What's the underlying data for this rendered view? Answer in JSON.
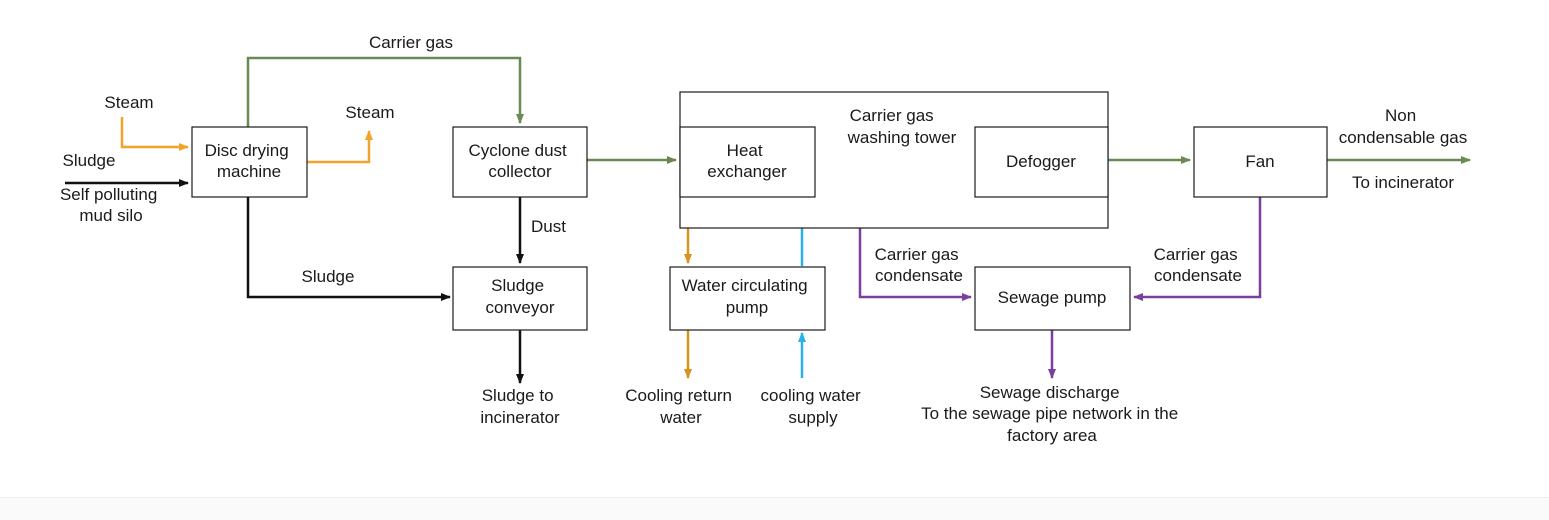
{
  "colors": {
    "gas": "#6a8a55",
    "steam": "#f0a52a",
    "sludge": "#111111",
    "cooling_return": "#d9921e",
    "cooling_supply": "#2ab0e8",
    "condensate": "#7a3f9a"
  },
  "boxes": {
    "tower_container": "",
    "disc_drying": [
      "Disc drying",
      "machine"
    ],
    "cyclone": [
      "Cyclone dust",
      "collector"
    ],
    "heat_exchanger": [
      "Heat",
      "exchanger"
    ],
    "defogger": [
      "Defogger"
    ],
    "fan": [
      "Fan"
    ],
    "sludge_conveyor": [
      "Sludge",
      "conveyor"
    ],
    "water_pump": [
      "Water circulating",
      "pump"
    ],
    "sewage_pump": [
      "Sewage pump"
    ]
  },
  "labels": {
    "carrier_gas_top": "Carrier gas",
    "steam_in": "Steam",
    "steam_out": "Steam",
    "sludge_in": "Sludge",
    "self_polluting": [
      "Self polluting",
      "mud silo"
    ],
    "sludge_mid": "Sludge",
    "dust": "Dust",
    "sludge_to_incinerator": [
      "Sludge to",
      "incinerator"
    ],
    "washing_tower": [
      "Carrier gas",
      "washing tower"
    ],
    "non_condensable": [
      "Non",
      "condensable gas"
    ],
    "to_incinerator": "To incinerator",
    "condensate_left": [
      "Carrier gas",
      "condensate"
    ],
    "condensate_right": [
      "Carrier gas",
      "condensate"
    ],
    "cooling_return": [
      "Cooling return",
      "water"
    ],
    "cooling_supply": [
      "cooling water",
      "supply"
    ],
    "sewage_discharge": [
      "Sewage discharge",
      "To the sewage pipe network in the",
      "factory area"
    ]
  }
}
